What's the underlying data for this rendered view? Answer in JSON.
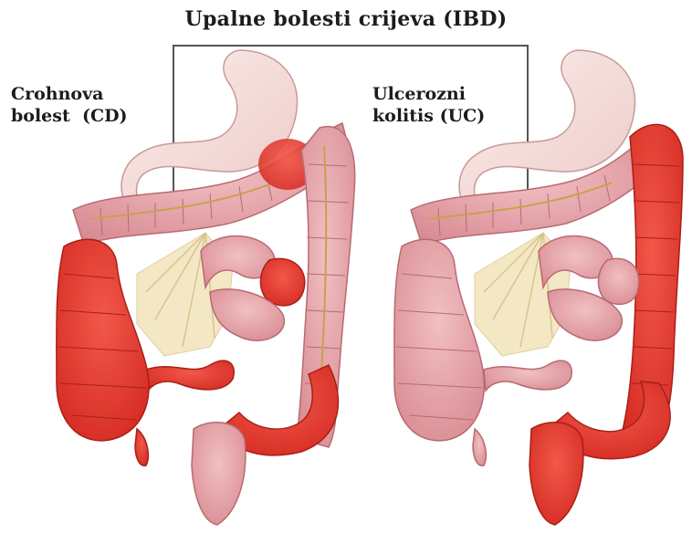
{
  "title": "Upalne bolesti crijeva (IBD)",
  "left_panel": {
    "label_line1": "Crohnova",
    "label_line2": "bolest  (CD)",
    "inflamed_color": "#e8382e",
    "healthy_color": "#e7a3a8"
  },
  "right_panel": {
    "label_line1": "Ulcerozni",
    "label_line2": "kolitis (UC)",
    "inflamed_color": "#e8382e",
    "healthy_color": "#e7a3a8"
  },
  "colors": {
    "stomach": "#f4d9d6",
    "mesentery": "#f3e7c4",
    "bracket": "#555555",
    "vessel": "#c9a14a"
  }
}
